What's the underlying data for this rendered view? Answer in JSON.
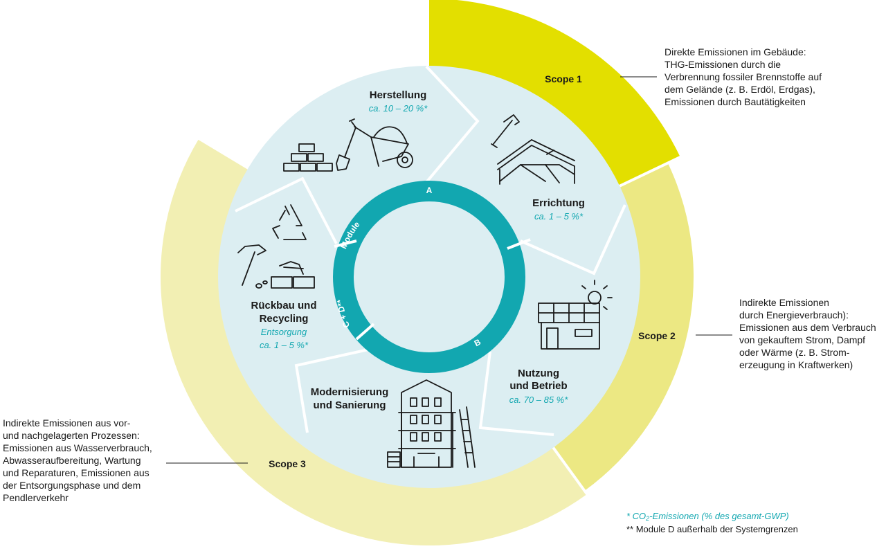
{
  "colors": {
    "scope1": "#e3df00",
    "scope2": "#ece883",
    "scope3": "#f2efb3",
    "inner_bg": "#dceef2",
    "teal": "#12a7b0",
    "line": "#1a1a1a",
    "separator": "#ffffff"
  },
  "scopes": {
    "scope1": {
      "label": "Scope 1",
      "description": "Direkte Emissionen im Gebäude:\nTHG-Emissionen durch die\nVerbrennung fossiler Brennstoffe auf\ndem Gelände (z. B. Erdöl, Erdgas),\nEmissionen durch Bautätigkeiten"
    },
    "scope2": {
      "label": "Scope 2",
      "description": "Indirekte Emissionen\ndurch Energieverbrauch):\nEmissionen aus dem Verbrauch\nvon gekauftem Strom, Dampf\noder Wärme (z. B. Strom-\nerzeugung in Kraftwerken)"
    },
    "scope3": {
      "label": "Scope 3",
      "description": "Indirekte Emissionen aus vor-\nund nachgelagerten Prozessen:\nEmissionen aus Wasserverbrauch,\nAbwasseraufbereitung, Wartung\nund Reparaturen, Emissionen aus\nder Entsorgungsphase und dem\nPendlerverkehr"
    }
  },
  "phases": {
    "herstellung": {
      "title": "Herstellung",
      "share": "ca. 10 – 20 %*",
      "icon": "wheelbarrow-bricks-icon"
    },
    "errichtung": {
      "title": "Errichtung",
      "share": "ca. 1 – 5 %*",
      "icon": "hammer-house-frame-icon"
    },
    "nutzung": {
      "title_line1": "Nutzung",
      "title_line2": "und Betrieb",
      "share": "ca. 70 – 85 %*",
      "icon": "house-solar-sun-icon"
    },
    "modernisierung": {
      "title_line1": "Modernisierung",
      "title_line2": "und Sanierung",
      "icon": "building-scaffold-icon"
    },
    "rueckbau": {
      "title_line1": "Rückbau und",
      "title_line2": "Recycling",
      "subtitle": "Entsorgung",
      "share": "ca. 1 – 5 %*",
      "icon": "recycling-hammer-bricks-icon"
    }
  },
  "modules": {
    "word": "Module",
    "a": "A",
    "b": "B",
    "cd": "C + D**"
  },
  "footnotes": {
    "line1_prefix": "* CO",
    "line1_sub": "2",
    "line1_suffix": "-Emissionen (% des gesamt-GWP)",
    "line2": "** Module D außerhalb der Systemgrenzen"
  }
}
